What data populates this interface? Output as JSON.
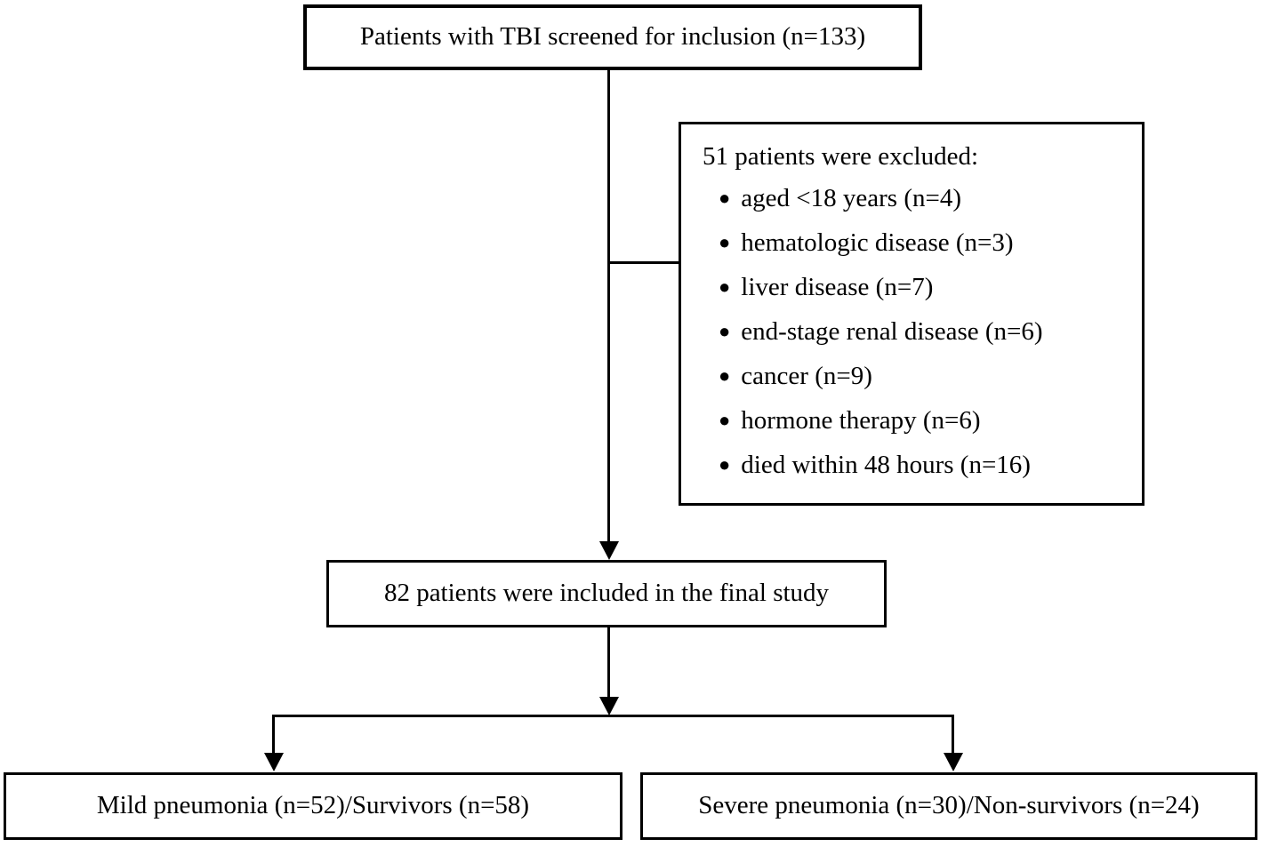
{
  "diagram": {
    "type": "flowchart",
    "colors": {
      "line": "#000000",
      "background": "#ffffff",
      "text": "#000000"
    },
    "nodes": {
      "screened": {
        "label": "Patients with TBI screened for inclusion (n=133)"
      },
      "excluded": {
        "title": "51 patients were excluded:",
        "bullet": "●",
        "items": [
          "aged <18 years (n=4)",
          "hematologic disease (n=3)",
          "liver disease (n=7)",
          "end-stage renal disease (n=6)",
          "cancer (n=9)",
          "hormone therapy (n=6)",
          "died within 48 hours (n=16)"
        ]
      },
      "included": {
        "label": "82 patients were included in the final study"
      },
      "mild": {
        "label": "Mild pneumonia (n=52)/Survivors (n=58)"
      },
      "severe": {
        "label": "Severe pneumonia (n=30)/Non-survivors (n=24)"
      }
    }
  }
}
